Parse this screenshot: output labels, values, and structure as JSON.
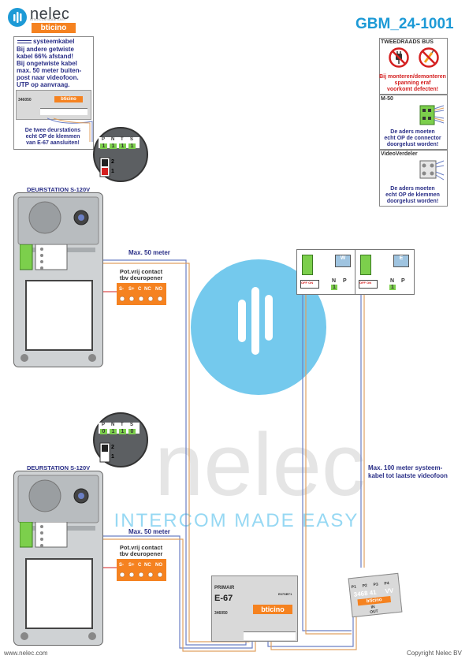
{
  "header": {
    "brand_name": "nelec",
    "brand_tagline": "INTERCOM MADE EASY",
    "brand_logo": "bticino",
    "doc_title": "GBM_24-1001"
  },
  "legend_note": {
    "kabel_label": "systeemkabel",
    "lines": [
      "Bij andere getwiste",
      "kabel 66% afstand!",
      "Bij ongetwiste kabel",
      "max. 50 meter buiten-",
      "post naar videofoon.",
      "UTP op aanvraag."
    ],
    "device_code": "346050",
    "device_brand": "bticino",
    "bottom_lines": [
      "De twee deurstations",
      "echt OP de klemmen",
      "van E-67 aansluiten!"
    ]
  },
  "warning_box": {
    "title": "TWEEDRAADS BUS",
    "lines": [
      "Bij monteren/demonteren",
      "spanning eraf",
      "voorkomt defecten!"
    ]
  },
  "m50_box": {
    "title": "M-50",
    "lines": [
      "De aders moeten",
      "echt OP de connector",
      "doorgelust worden!"
    ]
  },
  "verdeler_box": {
    "title": "VideoVerdeler",
    "lines": [
      "De aders moeten",
      "echt OP de klemmen",
      "doorgelust worden!"
    ]
  },
  "station1": {
    "title": "DEURSTATION S-120V",
    "dip_labels": [
      "P",
      "N",
      "T",
      "S"
    ],
    "dip_values": [
      "1",
      "1",
      "1",
      "1"
    ],
    "switch_nums": [
      "2",
      "1"
    ],
    "contact_title": [
      "Pot.vrij contact",
      "tbv deuropener"
    ],
    "terminals": [
      "S-",
      "S+",
      "C",
      "NC",
      "NO"
    ],
    "cable_label": "Max. 50 meter"
  },
  "station2": {
    "title": "DEURSTATION S-120V",
    "dip_labels": [
      "P",
      "N",
      "T",
      "S"
    ],
    "dip_values": [
      "0",
      "1",
      "1",
      "0"
    ],
    "switch_nums": [
      "2",
      "1"
    ],
    "contact_title": [
      "Pot.vrij contact",
      "tbv deuropener"
    ],
    "terminals": [
      "S-",
      "S+",
      "C",
      "NC",
      "NO"
    ],
    "cable_label": "Max. 50 meter"
  },
  "videofoons": [
    {
      "screen_label": "W",
      "sw_label": "OFF ON",
      "np": [
        "N",
        "P"
      ],
      "val": "1"
    },
    {
      "screen_label": "E",
      "sw_label": "OFF ON",
      "np": [
        "N",
        "P"
      ],
      "val": "1"
    }
  ],
  "e67": {
    "label_top": "PRIMAIR",
    "name": "E-67",
    "code": "346050",
    "brand": "bticino",
    "model_small": "E67SBT1"
  },
  "verdeler": {
    "ports": [
      "P1",
      "P2",
      "P3",
      "P4"
    ],
    "code": "3468 41",
    "vv": "VV",
    "brand": "bticino",
    "in_label": "IN",
    "out_label": "OUT"
  },
  "max100_label": [
    "Max. 100 meter systeem-",
    "kabel tot laatste videofoon"
  ],
  "watermark": {
    "word": "nelec",
    "tagline": "INTERCOM MADE EASY"
  },
  "footer": {
    "left": "www.nelec.com",
    "right": "Copyright Nelec BV"
  },
  "colors": {
    "accent_blue": "#1d9ad6",
    "note_blue": "#2a2f87",
    "orange": "#f58220",
    "wire_blue": "#6b7fc4",
    "wire_orange": "#e0a060",
    "wire_red": "#d42020"
  }
}
